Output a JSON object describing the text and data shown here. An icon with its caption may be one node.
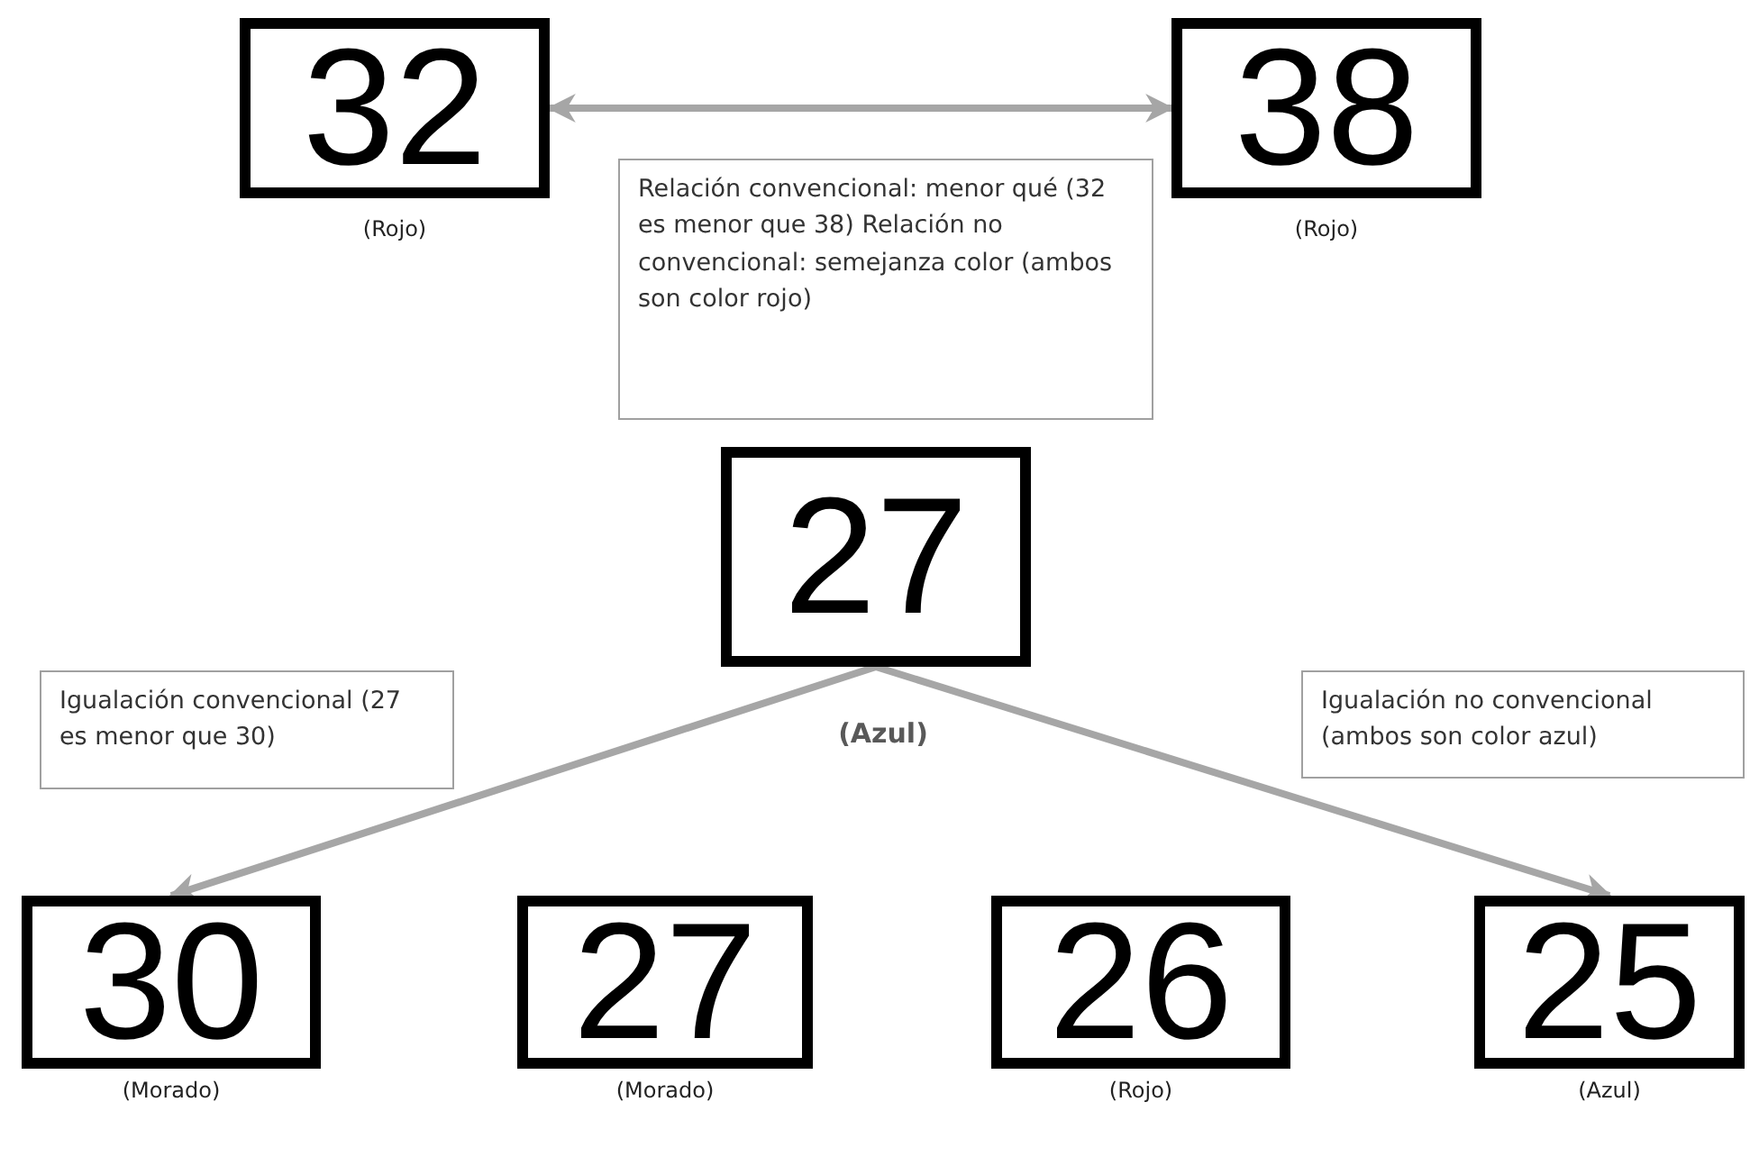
{
  "diagram": {
    "nodes": [
      {
        "text": [
          "32"
        ],
        "beside": [
          "(Rojo)"
        ]
      },
      {
        "text": [
          "38"
        ],
        "beside": [
          "(Rojo)"
        ]
      },
      {
        "text": [
          "Relación convencional: menor qué (32 es menor que 38) Relación no convencional: semejanza color (ambos son color rojo)"
        ]
      },
      {
        "text": [
          "27"
        ],
        "beside": [
          "(Azul)"
        ]
      },
      {
        "text": [
          "Igualación convencional (27 es menor que 30)"
        ]
      },
      {
        "text": [
          "Igualación no convencional (ambos son color azul)"
        ]
      },
      {
        "text": [
          "30"
        ],
        "beside": [
          "(Morado)"
        ]
      },
      {
        "text": [
          "27"
        ],
        "beside": [
          "(Morado)"
        ]
      },
      {
        "text": [
          "26"
        ],
        "beside": [
          "(Rojo)"
        ]
      },
      {
        "text": [
          "25"
        ],
        "beside": [
          "(Azul)"
        ]
      }
    ],
    "edges": [
      {
        "from": 0,
        "to": 1,
        "arrow": "both"
      },
      {
        "from": 3,
        "to": 6,
        "arrow": "to"
      },
      {
        "from": 3,
        "to": 9,
        "arrow": "to"
      }
    ]
  }
}
